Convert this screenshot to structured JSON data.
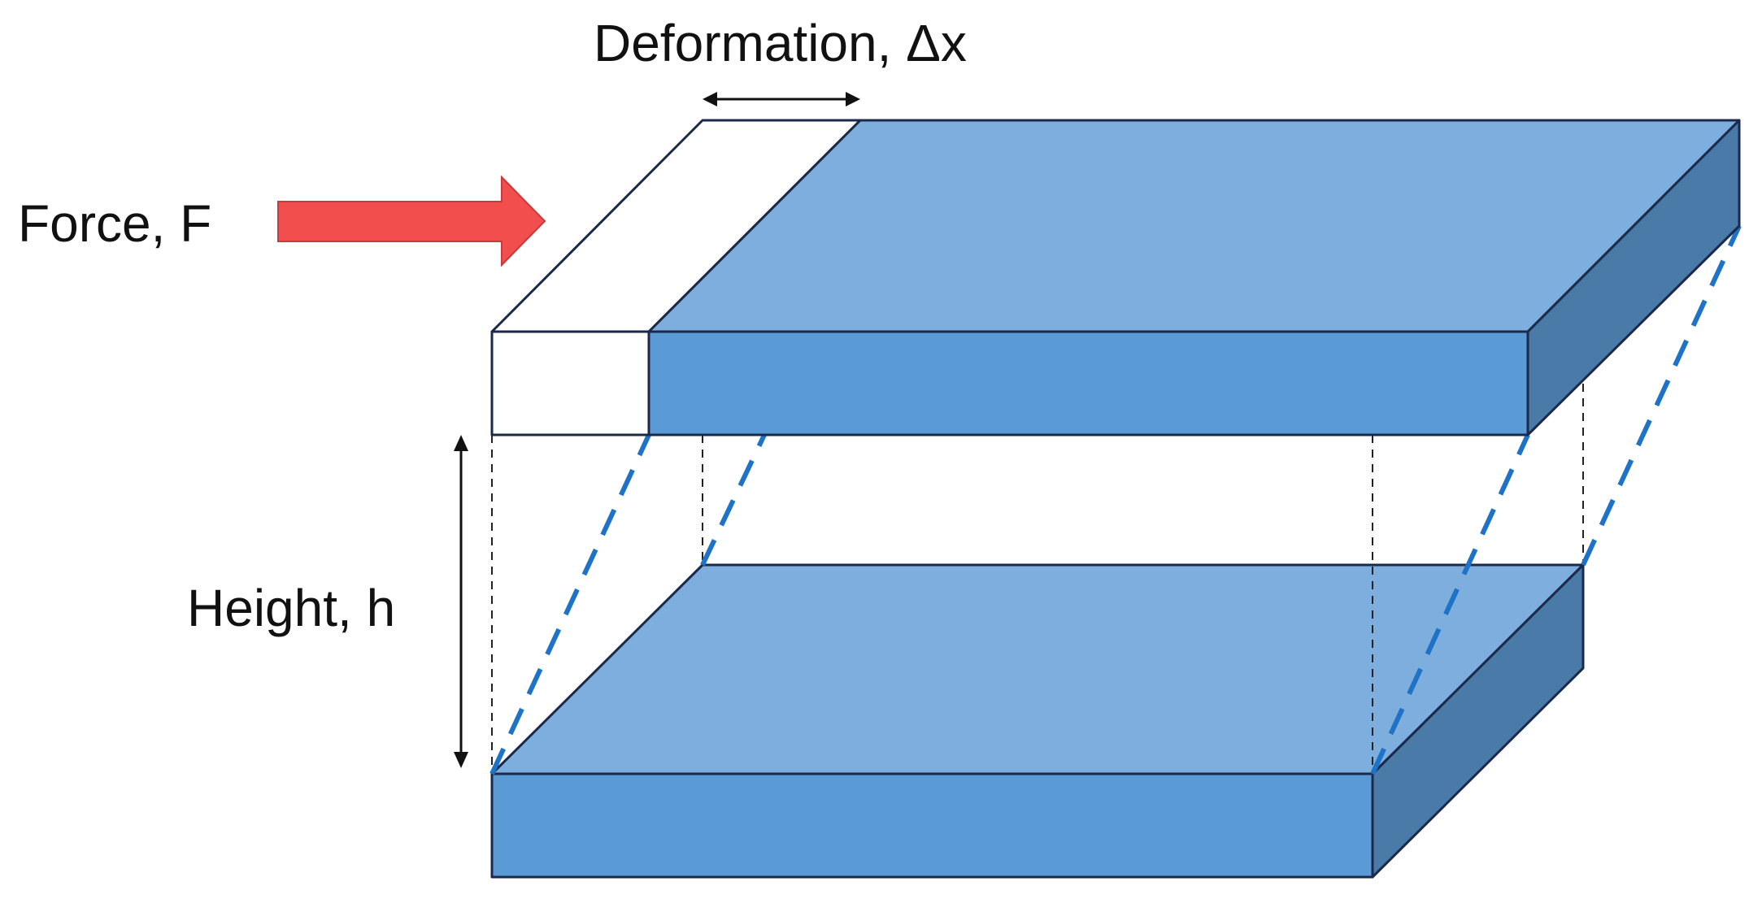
{
  "labels": {
    "deformation": "Deformation, Δx",
    "force": "Force, F",
    "height": "Height, h"
  },
  "colors": {
    "block_top": "#7daedd",
    "block_front": "#5b9bd5",
    "block_side": "#4a7aa8",
    "edge": "#1b2a4a",
    "force_arrow": "#f24e4e",
    "shear_line": "#1f73c7",
    "original_outline": "#1b2a4a"
  }
}
